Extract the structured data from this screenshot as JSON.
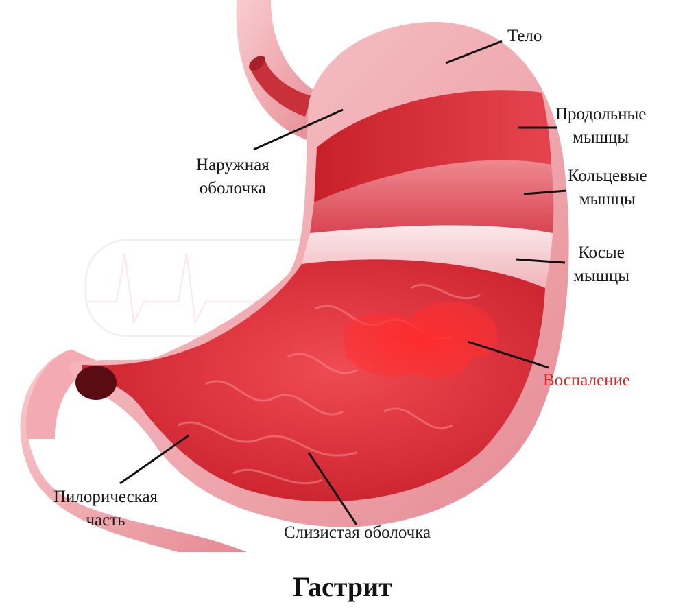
{
  "title": "Гастрит",
  "colors": {
    "outer_wall": "#f2a2aa",
    "outer_wall_light": "#f8c4c8",
    "longitudinal_muscle": "#d8323c",
    "circular_muscle": "#e86670",
    "oblique_muscle": "#f6d0d4",
    "mucosa": "#e0303a",
    "inflammation": "#ff2020",
    "leader_line": "#111111",
    "inflammation_label": "#d42a2a"
  },
  "labels": {
    "body": "Тело",
    "outer_layer": [
      "Наружная",
      "оболочка"
    ],
    "longitudinal": [
      "Продольные",
      "мышцы"
    ],
    "circular": [
      "Кольцевые",
      "мышцы"
    ],
    "oblique": [
      "Косые",
      "мышцы"
    ],
    "inflammation": "Воспаление",
    "pyloric": [
      "Пилорическая",
      "часть"
    ],
    "mucosa": "Слизистая оболочка"
  }
}
